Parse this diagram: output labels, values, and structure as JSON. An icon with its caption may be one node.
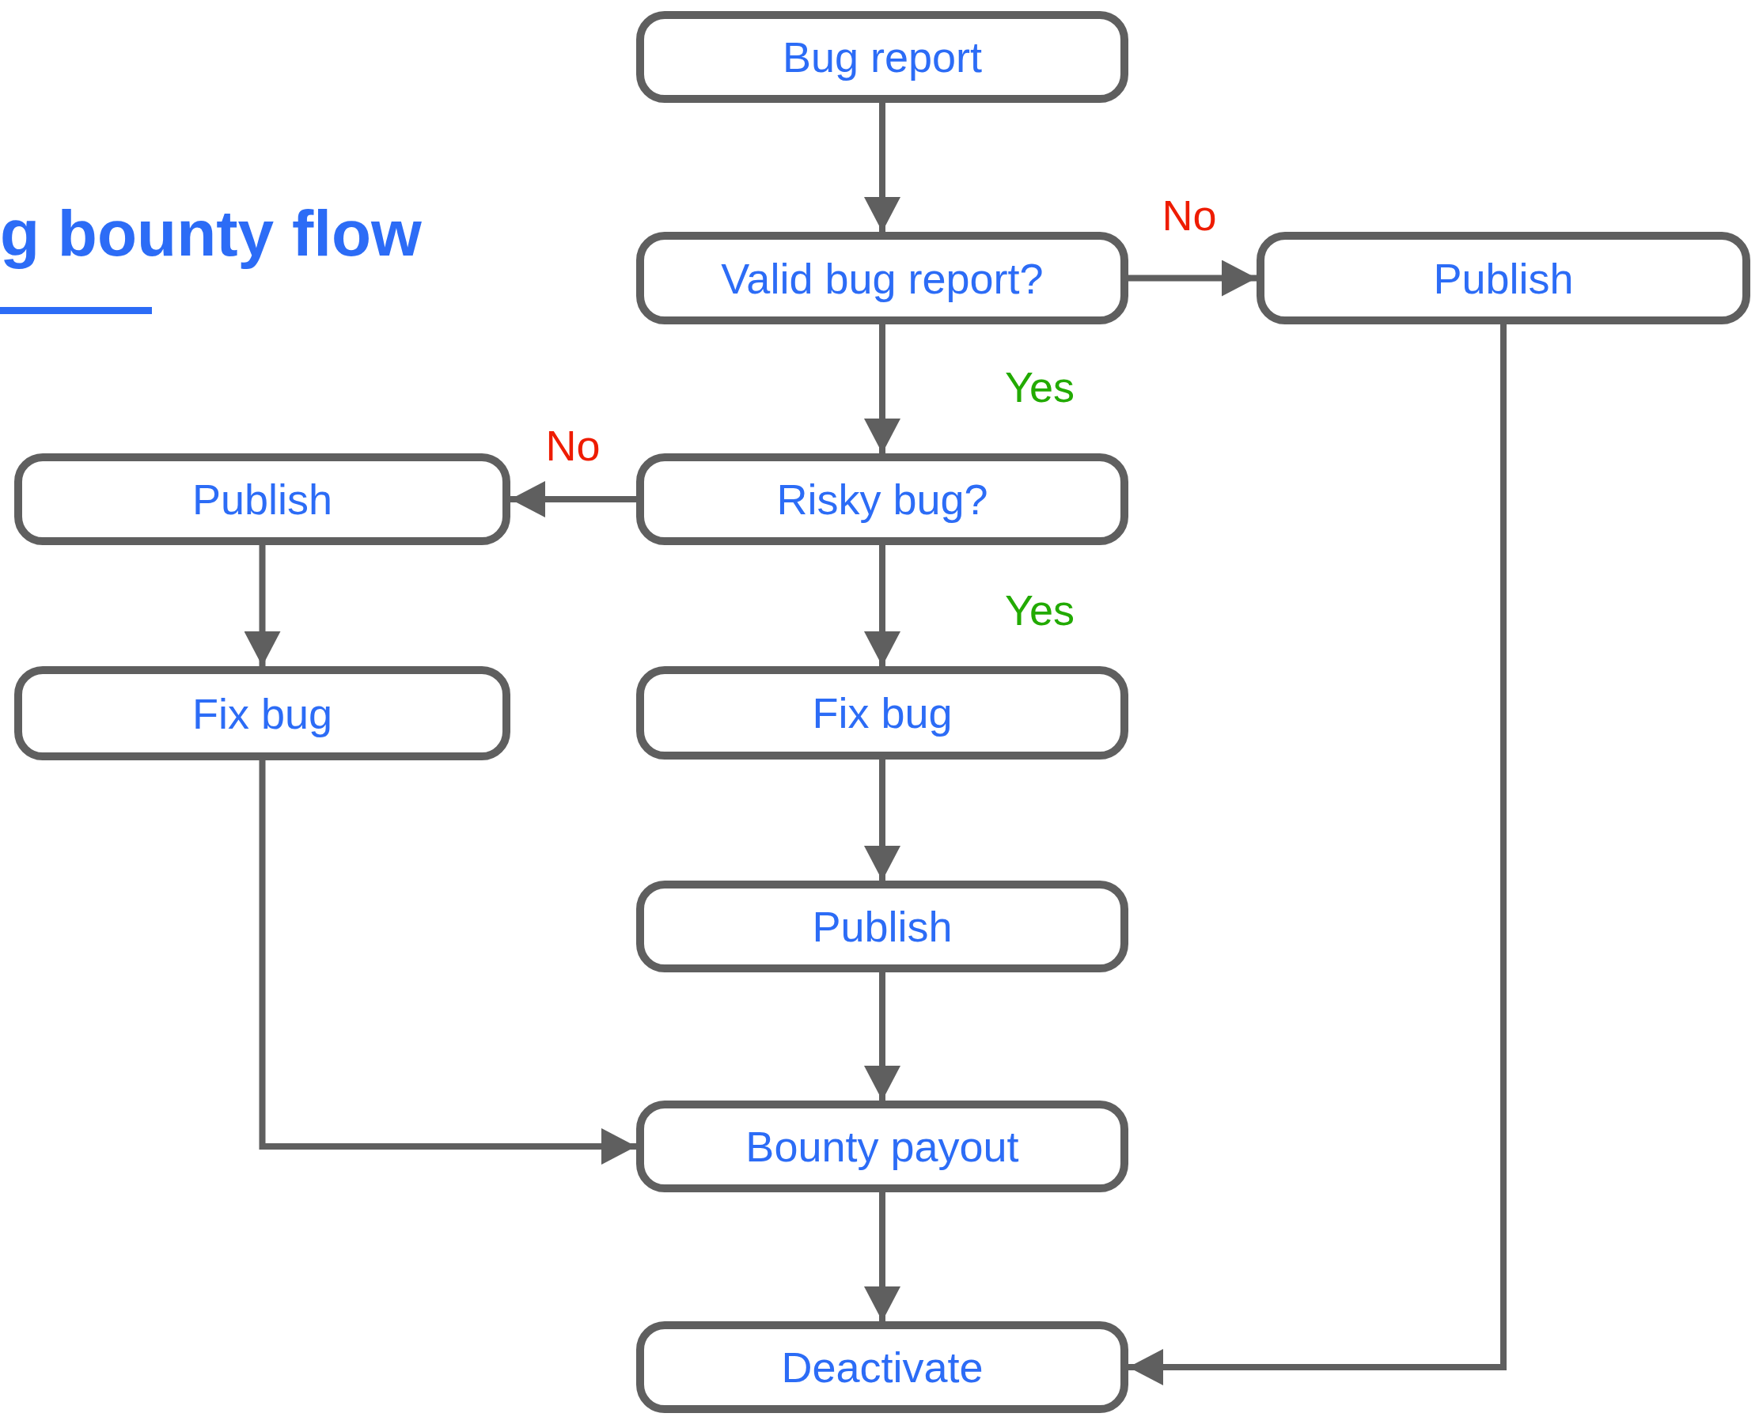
{
  "diagram": {
    "title": "g bounty flow",
    "nodes": [
      {
        "text": [
          "Bug report"
        ]
      },
      {
        "text": [
          "Valid bug report?"
        ]
      },
      {
        "text": [
          "Publish"
        ]
      },
      {
        "text": [
          "Publish"
        ]
      },
      {
        "text": [
          "Risky bug?"
        ]
      },
      {
        "text": [
          "Fix bug"
        ]
      },
      {
        "text": [
          "Fix bug"
        ]
      },
      {
        "text": [
          "Publish"
        ]
      },
      {
        "text": [
          "Bounty payout"
        ]
      },
      {
        "text": [
          "Deactivate"
        ]
      }
    ],
    "edges": [
      {
        "from": 0,
        "to": 1,
        "arrow": "to"
      },
      {
        "from": 1,
        "to": 2,
        "arrow": "to",
        "label": "No"
      },
      {
        "from": 1,
        "to": 4,
        "arrow": "to",
        "label": "Yes"
      },
      {
        "from": 4,
        "to": 3,
        "arrow": "to",
        "label": "No"
      },
      {
        "from": 4,
        "to": 6,
        "arrow": "to",
        "label": "Yes"
      },
      {
        "from": 3,
        "to": 5,
        "arrow": "to"
      },
      {
        "from": 6,
        "to": 7,
        "arrow": "to"
      },
      {
        "from": 7,
        "to": 8,
        "arrow": "to"
      },
      {
        "from": 5,
        "to": 8,
        "arrow": "to"
      },
      {
        "from": 8,
        "to": 9,
        "arrow": "to"
      },
      {
        "from": 2,
        "to": 9,
        "arrow": "to"
      }
    ]
  }
}
